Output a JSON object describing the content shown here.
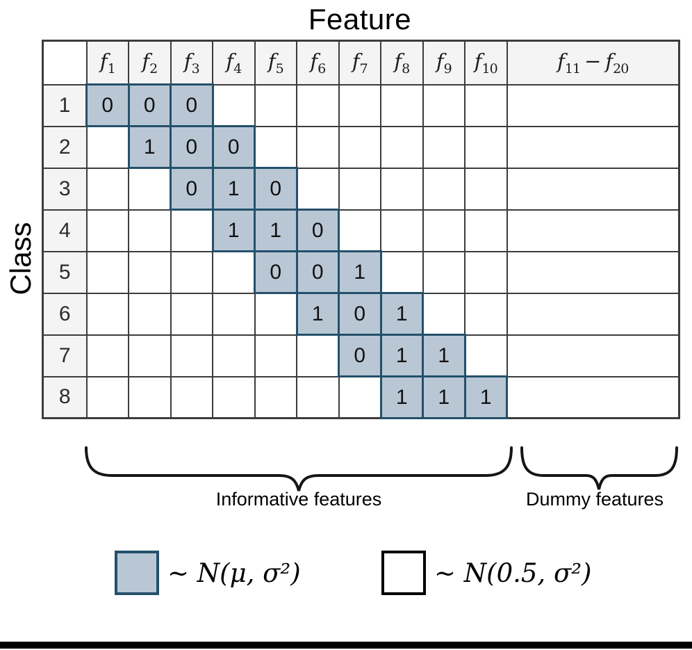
{
  "figure": {
    "title": "Feature",
    "y_axis_label": "Class"
  },
  "matrix": {
    "feature_symbol": "f",
    "feature_headers": [
      "1",
      "2",
      "3",
      "4",
      "5",
      "6",
      "7",
      "8",
      "9",
      "10"
    ],
    "dummy_header": {
      "from": "11",
      "to": "20",
      "separator": "−"
    },
    "row_headers": [
      "1",
      "2",
      "3",
      "4",
      "5",
      "6",
      "7",
      "8"
    ],
    "rows": [
      [
        0,
        0,
        0,
        null,
        null,
        null,
        null,
        null,
        null,
        null
      ],
      [
        null,
        1,
        0,
        0,
        null,
        null,
        null,
        null,
        null,
        null
      ],
      [
        null,
        null,
        0,
        1,
        0,
        null,
        null,
        null,
        null,
        null
      ],
      [
        null,
        null,
        null,
        1,
        1,
        0,
        null,
        null,
        null,
        null
      ],
      [
        null,
        null,
        null,
        null,
        0,
        0,
        1,
        null,
        null,
        null
      ],
      [
        null,
        null,
        null,
        null,
        null,
        1,
        0,
        1,
        null,
        null
      ],
      [
        null,
        null,
        null,
        null,
        null,
        null,
        0,
        1,
        1,
        null
      ],
      [
        null,
        null,
        null,
        null,
        null,
        null,
        null,
        1,
        1,
        1
      ]
    ]
  },
  "braces": {
    "informative_label": "Informative features",
    "dummy_label": "Dummy features"
  },
  "legend": {
    "items": [
      {
        "name": "informative",
        "label": "∼ N(μ, σ²)",
        "fill": "#b9c7d5",
        "border": "#24506b"
      },
      {
        "name": "dummy",
        "label": "∼ N(0.5, σ²)",
        "fill": "#ffffff",
        "border": "#000000"
      }
    ]
  },
  "colors": {
    "informative_fill": "#b9c7d5",
    "informative_border": "#24506b",
    "grid_line": "#3c3c3c",
    "header_background": "#f4f4f4"
  }
}
